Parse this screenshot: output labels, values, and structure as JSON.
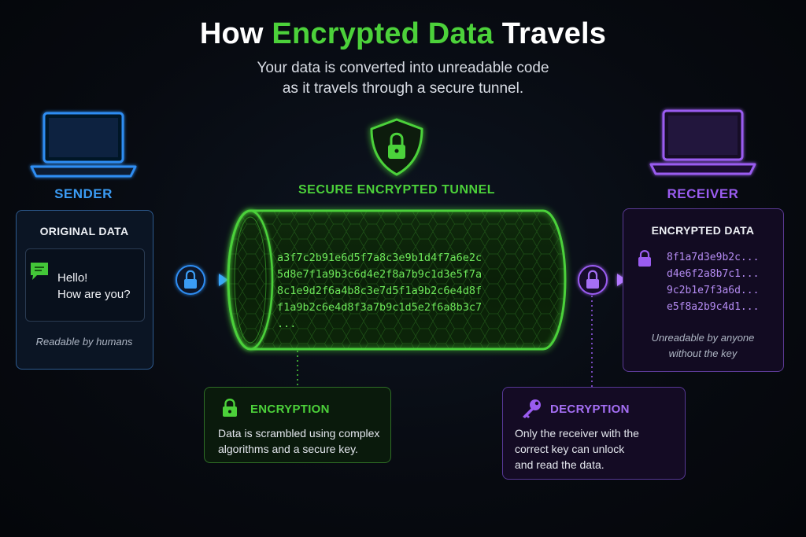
{
  "title": {
    "prefix": "How ",
    "accent": "Encrypted Data",
    "suffix": " Travels"
  },
  "subtitle": {
    "line1": "Your data is converted into unreadable code",
    "line2": "as it travels through a secure tunnel."
  },
  "colors": {
    "sender": "#3b9cf5",
    "tunnel": "#4cd13a",
    "receiver": "#9a5cf0"
  },
  "sender": {
    "label": "SENDER",
    "box_title": "ORIGINAL DATA",
    "message_line1": "Hello!",
    "message_line2": "How are you?",
    "note": "Readable by humans",
    "icon": "laptop-icon"
  },
  "tunnel": {
    "label": "SECURE ENCRYPTED TUNNEL",
    "icon": "shield-lock-icon",
    "cipher_lines": [
      "a3f7c2b91e6d5f7a8c3e9b1d4f7a6e2c",
      "5d8e7f1a9b3c6d4e2f8a7b9c1d3e5f7a",
      "8c1e9d2f6a4b8c3e7d5f1a9b2c6e4d8f",
      "f1a9b2c6e4d8f3a7b9c1d5e2f6a8b3c7",
      "..."
    ]
  },
  "receiver": {
    "label": "RECEIVER",
    "box_title": "ENCRYPTED DATA",
    "cipher_lines": [
      "8f1a7d3e9b2c...",
      "d4e6f2a8b7c1...",
      "9c2b1e7f3a6d...",
      "e5f8a2b9c4d1..."
    ],
    "note_line1": "Unreadable by anyone",
    "note_line2": "without the key",
    "icon": "laptop-icon"
  },
  "encryption": {
    "title": "ENCRYPTION",
    "body_line1": "Data is scrambled using complex",
    "body_line2": "algorithms and a secure key.",
    "icon": "lock-icon"
  },
  "decryption": {
    "title": "DECRYPTION",
    "body_line1": "Only the receiver with the",
    "body_line2": "correct key can unlock",
    "body_line3": "and read the data.",
    "icon": "key-icon"
  }
}
